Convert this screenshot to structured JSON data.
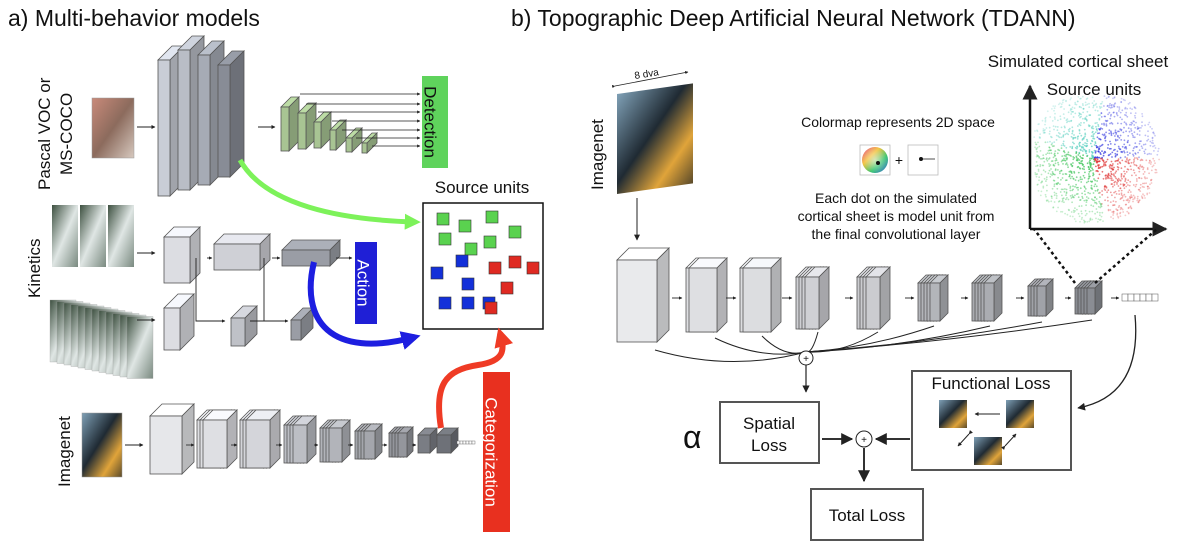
{
  "panel_a": {
    "title": "a) Multi-behavior models",
    "inputs": {
      "pascal": "Pascal VOC or MS-COCO",
      "kinetics": "Kinetics",
      "imagenet": "Imagenet"
    },
    "outputs": {
      "detection": "Detection",
      "action": "Action",
      "categorization": "Categorization"
    },
    "source_units_title": "Source units",
    "colors": {
      "detection": "#5fd35c",
      "action": "#1f1fd6",
      "categorization": "#e8301f",
      "green_arrow": "#7df25a",
      "blue_arrow": "#1d1ee0",
      "red_arrow": "#ef3b25",
      "green_unit": "#5ad24f",
      "blue_unit": "#1330d9",
      "red_unit": "#df2a22"
    }
  },
  "panel_b": {
    "title": "b) Topographic Deep Artificial Neural Network (TDANN)",
    "input_label": "Imagenet",
    "dva_label": "8 dva",
    "colormap_label": "Colormap represents 2D space",
    "dot_text": [
      "Each dot on the simulated",
      "cortical sheet is model unit from",
      "the final convolutional layer"
    ],
    "sheet_title": "Simulated cortical sheet",
    "source_units_title": "Source units",
    "alpha": "α",
    "spatial_loss": [
      "Spatial",
      "Loss"
    ],
    "functional_loss": "Functional Loss",
    "total_loss": "Total Loss",
    "plus": "+"
  }
}
